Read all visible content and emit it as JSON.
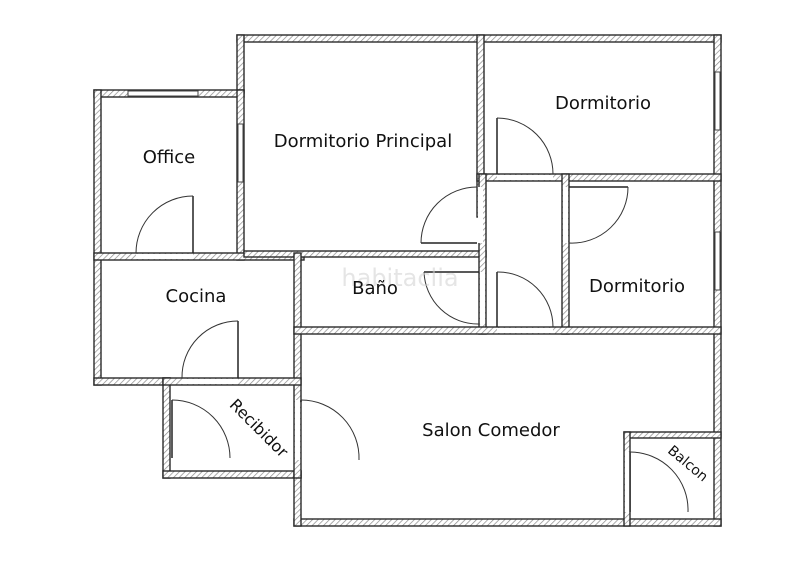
{
  "rooms": {
    "office": "Office",
    "dormitorio_principal": "Dormitorio Principal",
    "dormitorio_1": "Dormitorio",
    "dormitorio_2": "Dormitorio",
    "cocina": "Cocina",
    "bano": "Baño",
    "recibidor": "Recibidor",
    "salon_comedor": "Salon Comedor",
    "balcon": "Balcon"
  },
  "watermark": "habitaclia",
  "colors": {
    "wall_stroke": "#2a2a2a",
    "hatch": "#8a8a8a",
    "background": "#ffffff"
  }
}
